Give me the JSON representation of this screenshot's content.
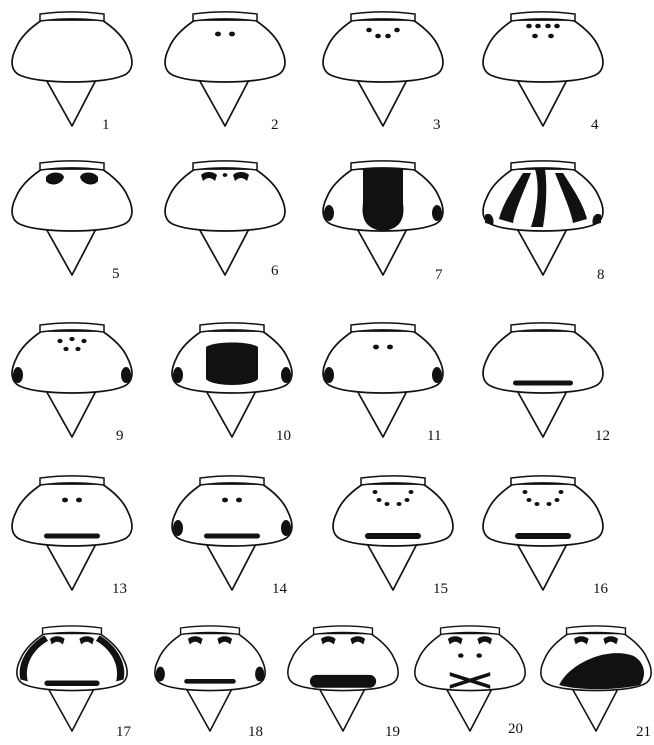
{
  "figure": {
    "panels": [
      {
        "label": "1",
        "pattern": "none"
      },
      {
        "label": "2",
        "pattern": "two-spots"
      },
      {
        "label": "3",
        "pattern": "four-spots"
      },
      {
        "label": "4",
        "pattern": "six-spots"
      },
      {
        "label": "5",
        "pattern": "anterior-blotches"
      },
      {
        "label": "6",
        "pattern": "anterior-marks"
      },
      {
        "label": "7",
        "pattern": "central-band-lateral-spots"
      },
      {
        "label": "8",
        "pattern": "striped"
      },
      {
        "label": "9",
        "pattern": "five-spots-lateral-spots"
      },
      {
        "label": "10",
        "pattern": "central-patch-lateral-spots"
      },
      {
        "label": "11",
        "pattern": "two-spots-lateral-spots"
      },
      {
        "label": "12",
        "pattern": "posterior-bar"
      },
      {
        "label": "13",
        "pattern": "two-spots-posterior-bar"
      },
      {
        "label": "14",
        "pattern": "two-spots-lateral-spots-posterior-bar"
      },
      {
        "label": "15",
        "pattern": "spot-arc-posterior-bar"
      },
      {
        "label": "16",
        "pattern": "spot-arc-posterior-bar"
      },
      {
        "label": "17",
        "pattern": "margin-band-anterior-marks-posterior-bar"
      },
      {
        "label": "18",
        "pattern": "anterior-marks-lateral-spots-posterior-bar"
      },
      {
        "label": "19",
        "pattern": "anterior-marks-thick-posterior-bar"
      },
      {
        "label": "20",
        "pattern": "anterior-marks-central-x"
      },
      {
        "label": "21",
        "pattern": "anterior-marks-large-posterior-patch"
      }
    ]
  }
}
